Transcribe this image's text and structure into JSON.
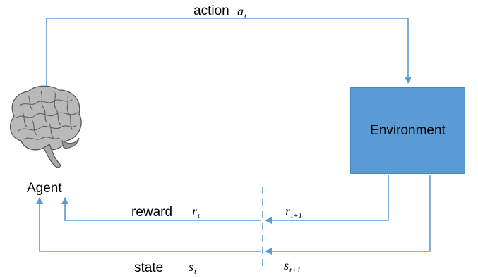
{
  "diagram": {
    "environment": {
      "label": "Environment"
    },
    "agent": {
      "label": "Agent"
    },
    "action": {
      "label": "action",
      "symbol": "a",
      "subscript": "t"
    },
    "reward": {
      "label": "reward",
      "symbol": "r",
      "subscript": "t"
    },
    "reward_next": {
      "symbol": "r",
      "subscript": "t+1"
    },
    "state": {
      "label": "state",
      "symbol": "s",
      "subscript": "t"
    },
    "state_next": {
      "symbol": "s",
      "subscript": "t+1"
    }
  },
  "colors": {
    "line": "#5b9bd5",
    "box_fill": "#5b9bd5",
    "brain": "#8a8a8a"
  },
  "icons": {
    "agent": "brain-icon"
  }
}
